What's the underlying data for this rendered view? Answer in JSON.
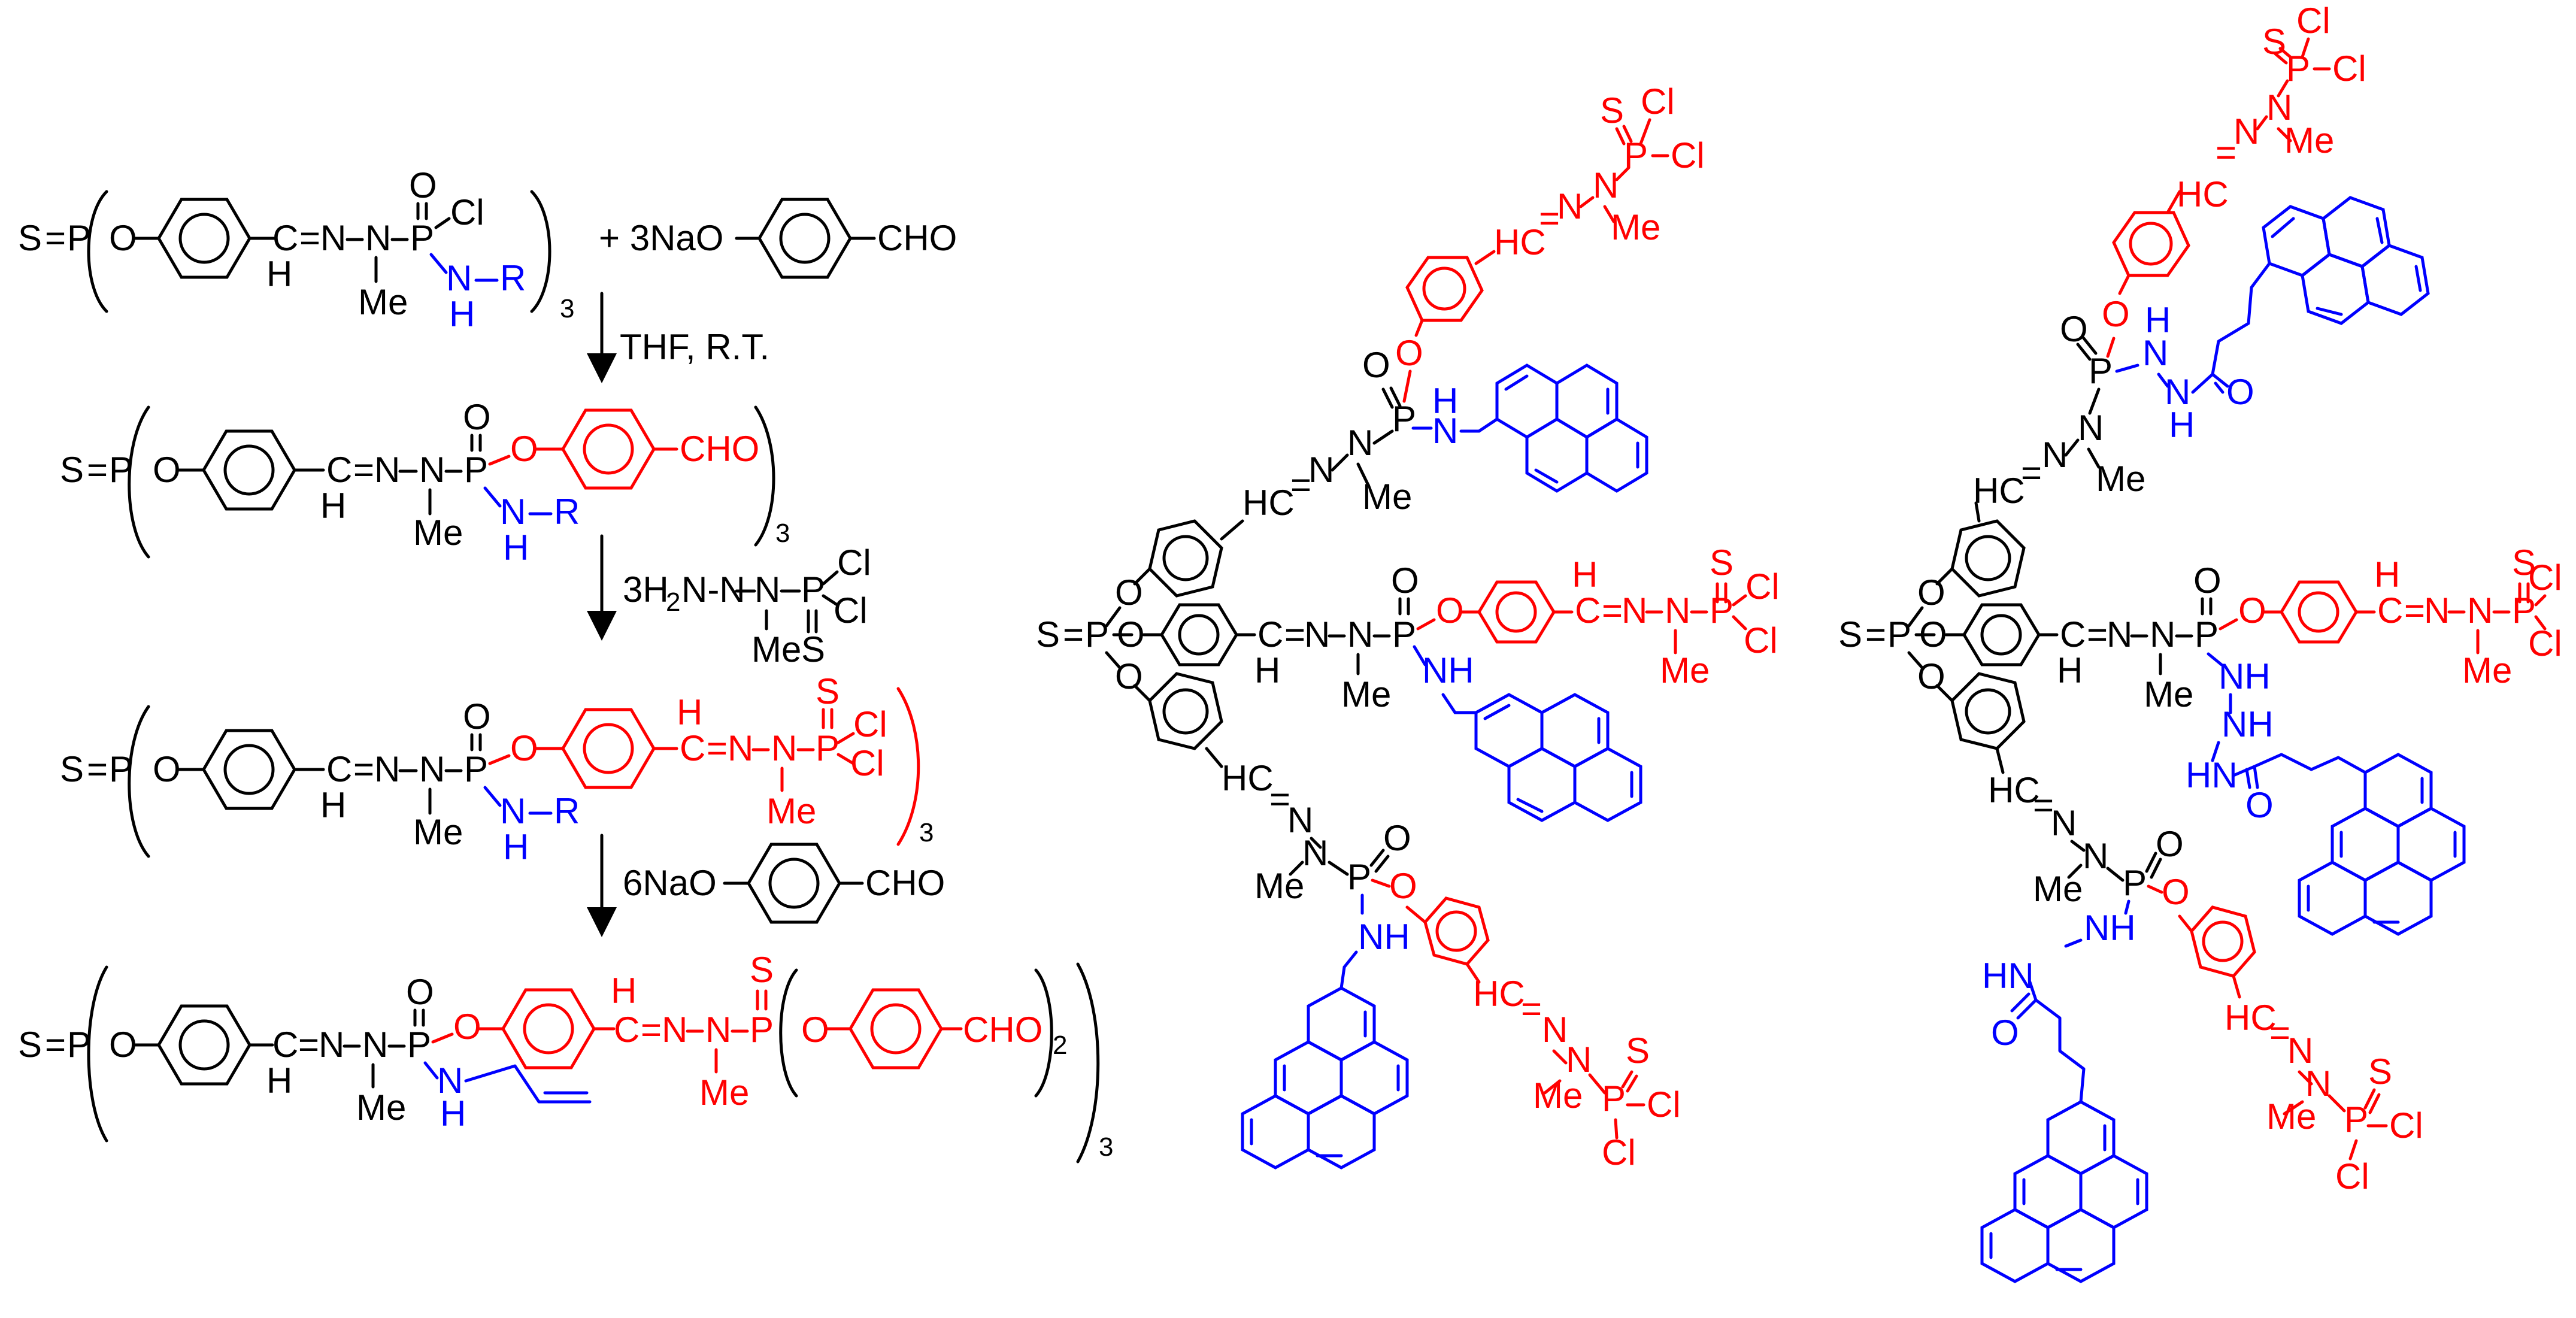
{
  "colors": {
    "core": "#000000",
    "new_generation": "#ff0000",
    "substituent": "#0000ff"
  },
  "atoms": {
    "S": "S",
    "P": "P",
    "O": "O",
    "N": "N",
    "H": "H",
    "Cl": "Cl",
    "Me": "Me",
    "R": "R",
    "NH": "NH",
    "HN": "HN",
    "HC": "HC",
    "CHO": "CHO"
  },
  "reagents": {
    "step1_reagent": "+ 3NaO",
    "step1_conditions": "THF, R.T.",
    "step2_reagent_prefix": "3H",
    "step2_reagent_sub": "2",
    "step2_reagent_rest": "N-N",
    "step3_reagent": "6NaO"
  },
  "subscripts": {
    "three": "3",
    "two": "2"
  }
}
